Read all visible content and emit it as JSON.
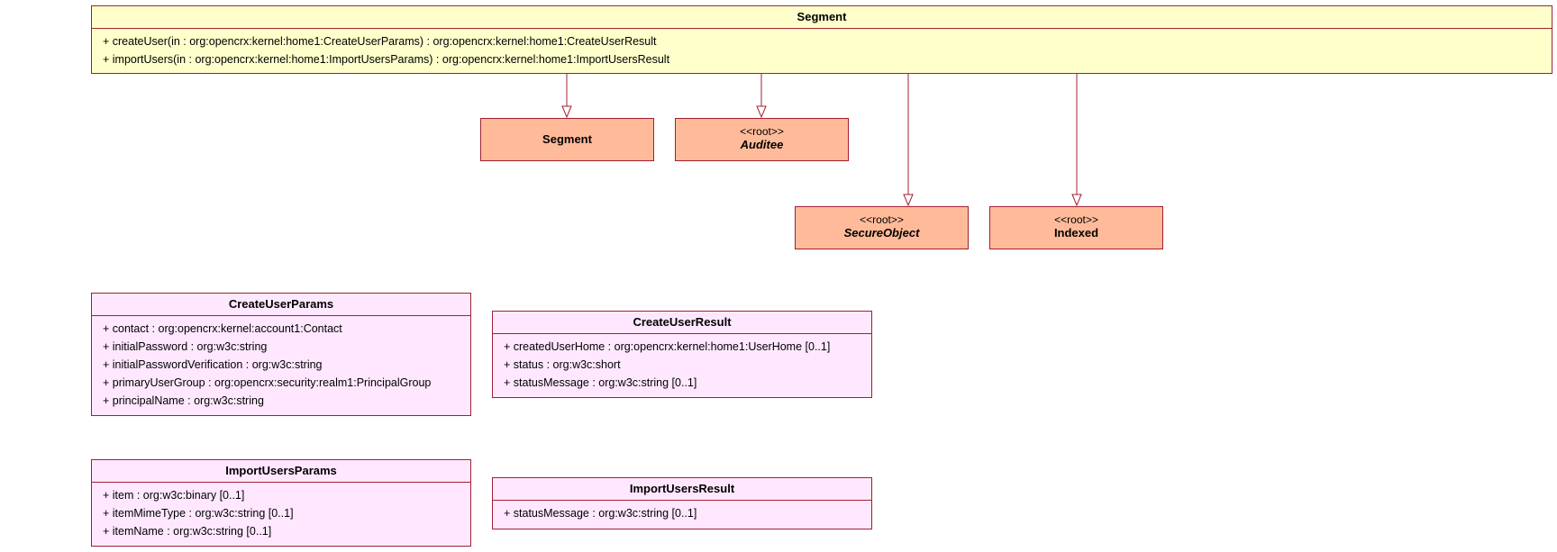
{
  "main_class": {
    "name": "Segment",
    "operations": [
      "+ createUser(in : org:opencrx:kernel:home1:CreateUserParams) : org:opencrx:kernel:home1:CreateUserResult",
      "+ importUsers(in : org:opencrx:kernel:home1:ImportUsersParams) : org:opencrx:kernel:home1:ImportUsersResult"
    ]
  },
  "parents": [
    {
      "stereotype": "",
      "name": "Segment"
    },
    {
      "stereotype": "<<root>>",
      "name": "Auditee"
    },
    {
      "stereotype": "<<root>>",
      "name": "SecureObject"
    },
    {
      "stereotype": "<<root>>",
      "name": "Indexed"
    }
  ],
  "structs": {
    "create_user_params": {
      "name": "CreateUserParams",
      "attributes": [
        "+ contact : org:opencrx:kernel:account1:Contact",
        "+ initialPassword : org:w3c:string",
        "+ initialPasswordVerification : org:w3c:string",
        "+ primaryUserGroup : org:opencrx:security:realm1:PrincipalGroup",
        "+ principalName : org:w3c:string"
      ]
    },
    "create_user_result": {
      "name": "CreateUserResult",
      "attributes": [
        "+ createdUserHome : org:opencrx:kernel:home1:UserHome [0..1]",
        "+ status : org:w3c:short",
        "+ statusMessage : org:w3c:string [0..1]"
      ]
    },
    "import_users_params": {
      "name": "ImportUsersParams",
      "attributes": [
        "+ item : org:w3c:binary [0..1]",
        "+ itemMimeType : org:w3c:string [0..1]",
        "+ itemName : org:w3c:string [0..1]"
      ]
    },
    "import_users_result": {
      "name": "ImportUsersResult",
      "attributes": [
        "+ statusMessage : org:w3c:string [0..1]"
      ]
    }
  },
  "colors": {
    "border": "#a02030",
    "main_fill": "#ffffcc",
    "parent_fill": "#ffbb99",
    "struct_fill": "#ffe8ff"
  }
}
